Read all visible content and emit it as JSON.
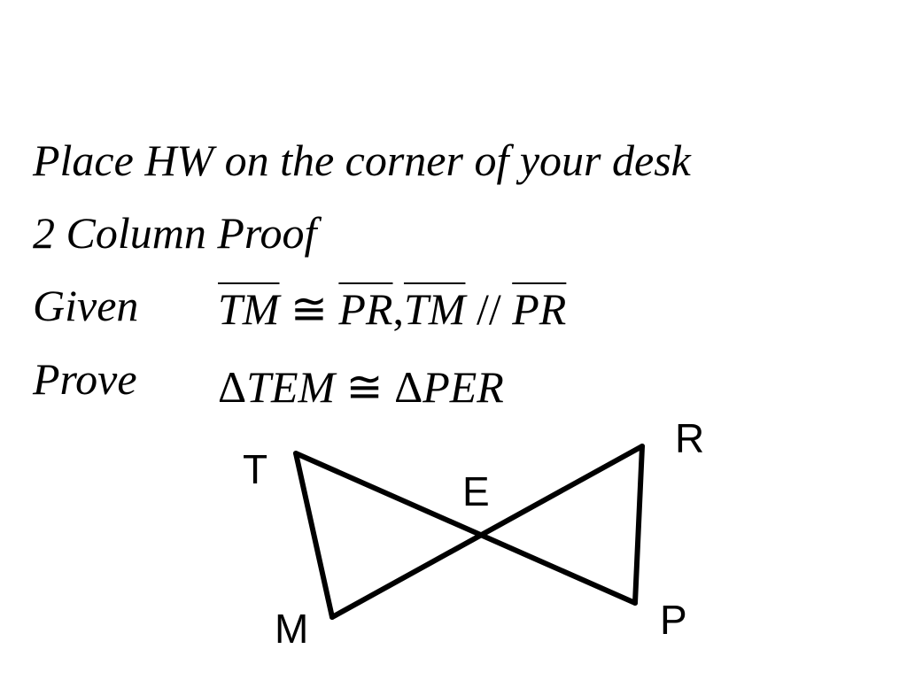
{
  "header": {
    "instruction": "Place HW on the corner of your desk",
    "title": "2 Column Proof"
  },
  "given": {
    "label": "Given",
    "seg1": "TM",
    "congruent": "≅",
    "seg2": "PR",
    "comma": ",",
    "seg3": "TM",
    "parallel": "//",
    "seg4": "PR"
  },
  "prove": {
    "label": "Prove",
    "delta1": "Δ",
    "tri1": "TEM",
    "congruent": "≅",
    "delta2": "Δ",
    "tri2": "PER"
  },
  "figure": {
    "labels": {
      "T": "T",
      "E": "E",
      "R": "R",
      "M": "M",
      "P": "P"
    },
    "stroke_color": "#000000"
  }
}
